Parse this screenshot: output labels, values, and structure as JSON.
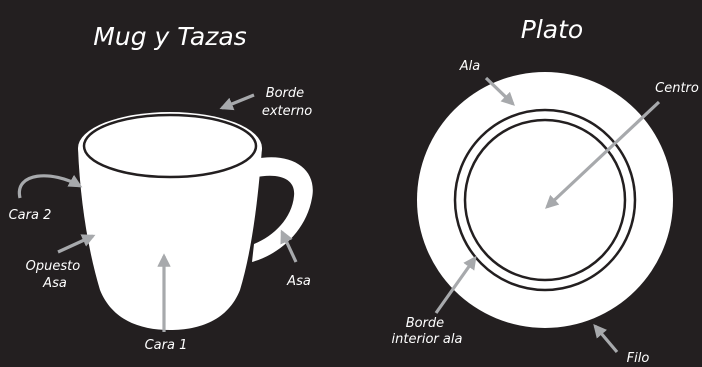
{
  "mug_section": {
    "title": "Mug y Tazas",
    "labels": {
      "borde_externo": [
        "Borde",
        "externo"
      ],
      "cara_2": "Cara 2",
      "opuesto_asa": [
        "Opuesto",
        "Asa"
      ],
      "asa": "Asa",
      "cara_1": "Cara 1"
    }
  },
  "plate_section": {
    "title": "Plato",
    "labels": {
      "ala": "Ala",
      "centro": "Centro",
      "borde_interior_ala": [
        "Borde",
        "interior ala"
      ],
      "filo": "Filo"
    }
  },
  "colors": {
    "background": "#231f20",
    "object": "#ffffff",
    "outline": "#231f20",
    "arrow": "#a7a9ac",
    "text": "#ffffff"
  }
}
